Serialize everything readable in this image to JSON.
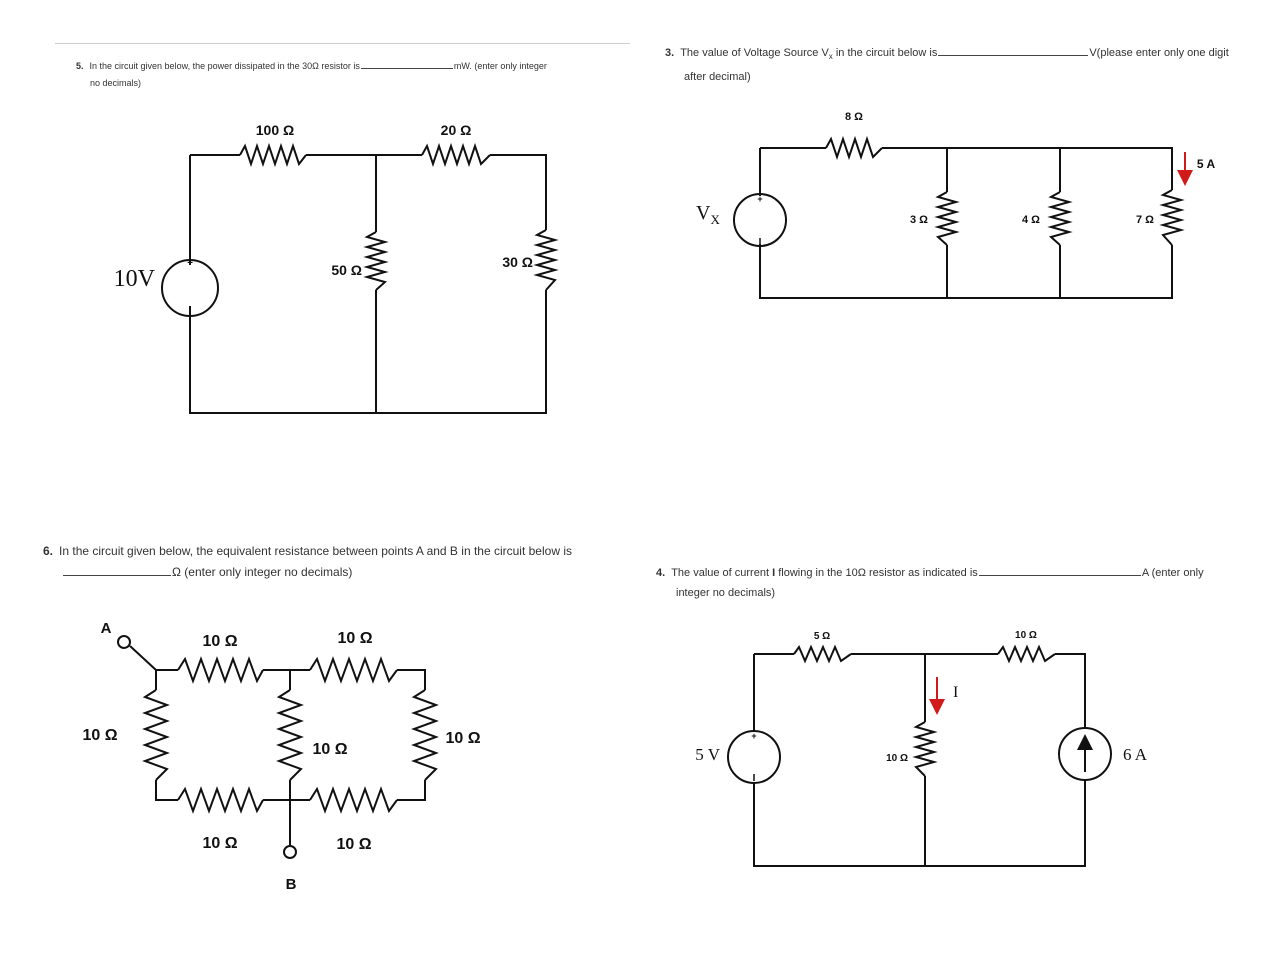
{
  "q5": {
    "num": "5.",
    "text_a": "In the circuit given below, the power dissipated in the 30Ω resistor is",
    "text_b": "mW. (enter only integer",
    "text_c": "no decimals)",
    "labels": {
      "r1": "100 Ω",
      "r2": "20 Ω",
      "r3": "50 Ω",
      "r4": "30 Ω",
      "source": "10V"
    }
  },
  "q3": {
    "num": "3.",
    "text_a": "The value of Voltage Source V",
    "text_sub": "x",
    "text_b": " in the circuit below is",
    "text_c": "V(please enter only one digit",
    "text_d": "after decimal)",
    "labels": {
      "r1": "8 Ω",
      "r2": "3 Ω",
      "r3": "4 Ω",
      "r4": "7 Ω",
      "current": "5 A",
      "source": "V",
      "source_sub": "X"
    }
  },
  "q6": {
    "num": "6.",
    "text_a": "In the circuit given below, the equivalent resistance between points A and B in the circuit below is",
    "text_b": "Ω (enter only integer no decimals)",
    "labels": {
      "top1": "10 Ω",
      "top2": "10 Ω",
      "left": "10 Ω",
      "mid": "10 Ω",
      "right": "10 Ω",
      "bot1": "10 Ω",
      "bot2": "10 Ω",
      "node_a": "A",
      "node_b": "B"
    }
  },
  "q4": {
    "num": "4.",
    "text_a": "The value of current ",
    "text_bold": "I",
    "text_b": " flowing in the 10Ω resistor as indicated is",
    "text_c": "A (enter only",
    "text_d": "integer no decimals)",
    "labels": {
      "r1": "5 Ω",
      "r2": "10 Ω",
      "r3": "10 Ω",
      "current": "I",
      "source_v": "5 V",
      "source_i": "6 A"
    }
  },
  "colors": {
    "wire": "#111111",
    "arrow": "#d11a1a"
  }
}
